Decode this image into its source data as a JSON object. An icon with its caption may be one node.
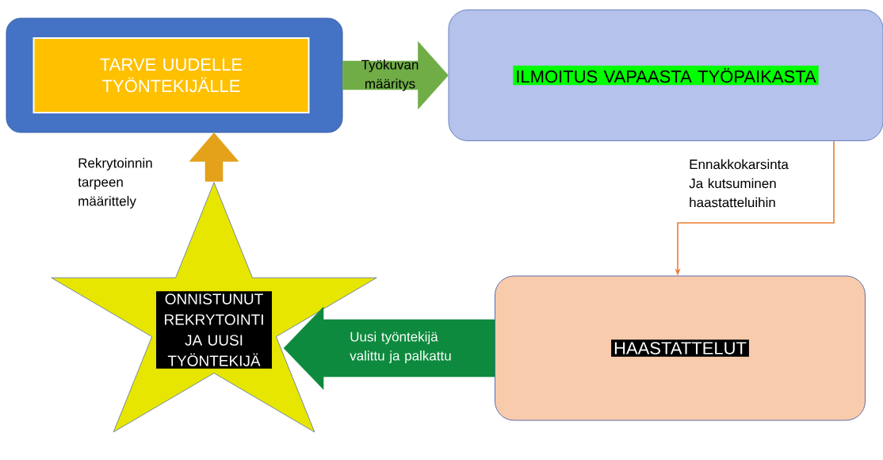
{
  "diagram": {
    "nodes": [
      {
        "text": [],
        "shape": "box"
      },
      {
        "text": [
          "TARVE UUDELLE TYÖNTEKIJÄLLE"
        ],
        "in": 0
      },
      {
        "text": [
          "ILMOITUS VAPAASTA TYÖPAIKASTA"
        ]
      },
      {
        "text": [
          "HAASTATTELUT"
        ]
      },
      {
        "text": [
          "ONNISTUNUT REKRYTOINTI JA UUSI TYÖNTEKIJÄ"
        ]
      }
    ],
    "edges": [
      {
        "from": 0,
        "to": 2,
        "arrow": "to",
        "label": "Työkuvan määritys",
        "color": "#70ad47"
      },
      {
        "from": 2,
        "to": 3,
        "arrow": "to",
        "label": "Ennakkokarsinta Ja kutsuminen haastatteluihin",
        "color": "#ed7d31"
      },
      {
        "from": 3,
        "to": 4,
        "arrow": "to",
        "label": "Uusi työntekijä valittu ja palkattu",
        "color": "#0e8a3e"
      },
      {
        "from": 4,
        "to": 0,
        "arrow": "to",
        "label": "Rekrytoinnin tarpeen määrittely",
        "color": "#e3a21a"
      }
    ]
  }
}
